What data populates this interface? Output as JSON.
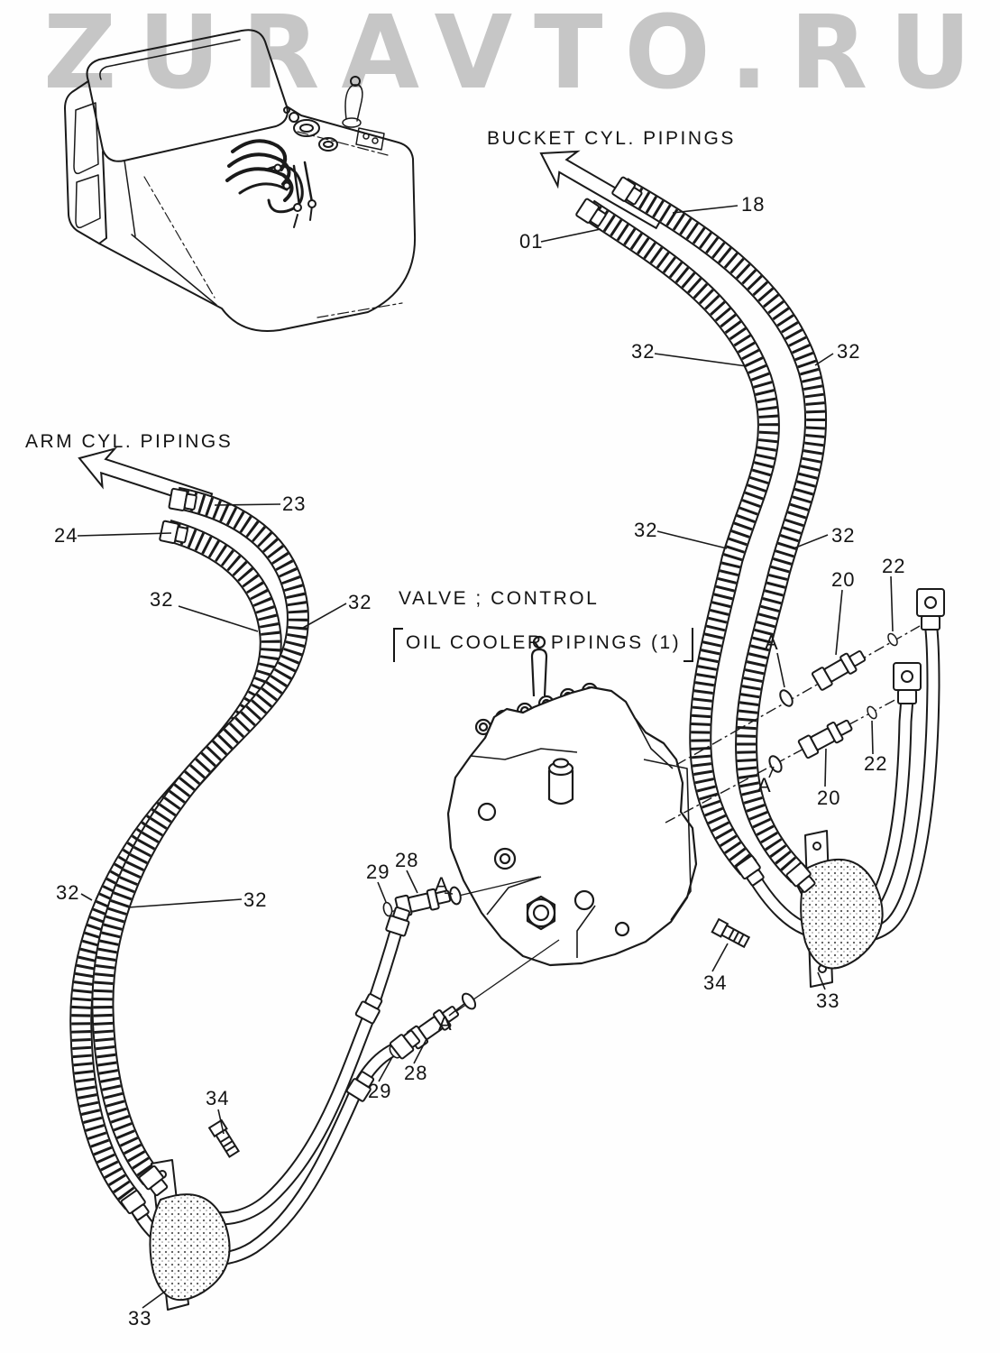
{
  "watermark": "ZURAVTO.RU",
  "titles": {
    "bucket_pipings": "BUCKET CYL. PIPINGS",
    "arm_pipings": "ARM CYL. PIPINGS",
    "valve_control": "VALVE ; CONTROL",
    "oil_cooler_pipings": "OIL COOLER PIPINGS (1)"
  },
  "callouts": [
    {
      "text": "18"
    },
    {
      "text": "01"
    },
    {
      "text": "32"
    },
    {
      "text": "32"
    },
    {
      "text": "23"
    },
    {
      "text": "24"
    },
    {
      "text": "32"
    },
    {
      "text": "32"
    },
    {
      "text": "32"
    },
    {
      "text": "32"
    },
    {
      "text": "20"
    },
    {
      "text": "22"
    },
    {
      "text": "A"
    },
    {
      "text": "A"
    },
    {
      "text": "20"
    },
    {
      "text": "22"
    },
    {
      "text": "29"
    },
    {
      "text": "28"
    },
    {
      "text": "A"
    },
    {
      "text": "32"
    },
    {
      "text": "32"
    },
    {
      "text": "A"
    },
    {
      "text": "28"
    },
    {
      "text": "29"
    },
    {
      "text": "34"
    },
    {
      "text": "33"
    },
    {
      "text": "34"
    },
    {
      "text": "33"
    }
  ],
  "colors": {
    "line": "#1a1a1a",
    "watermark": "#c6c6c6",
    "background": "#fefefe"
  }
}
